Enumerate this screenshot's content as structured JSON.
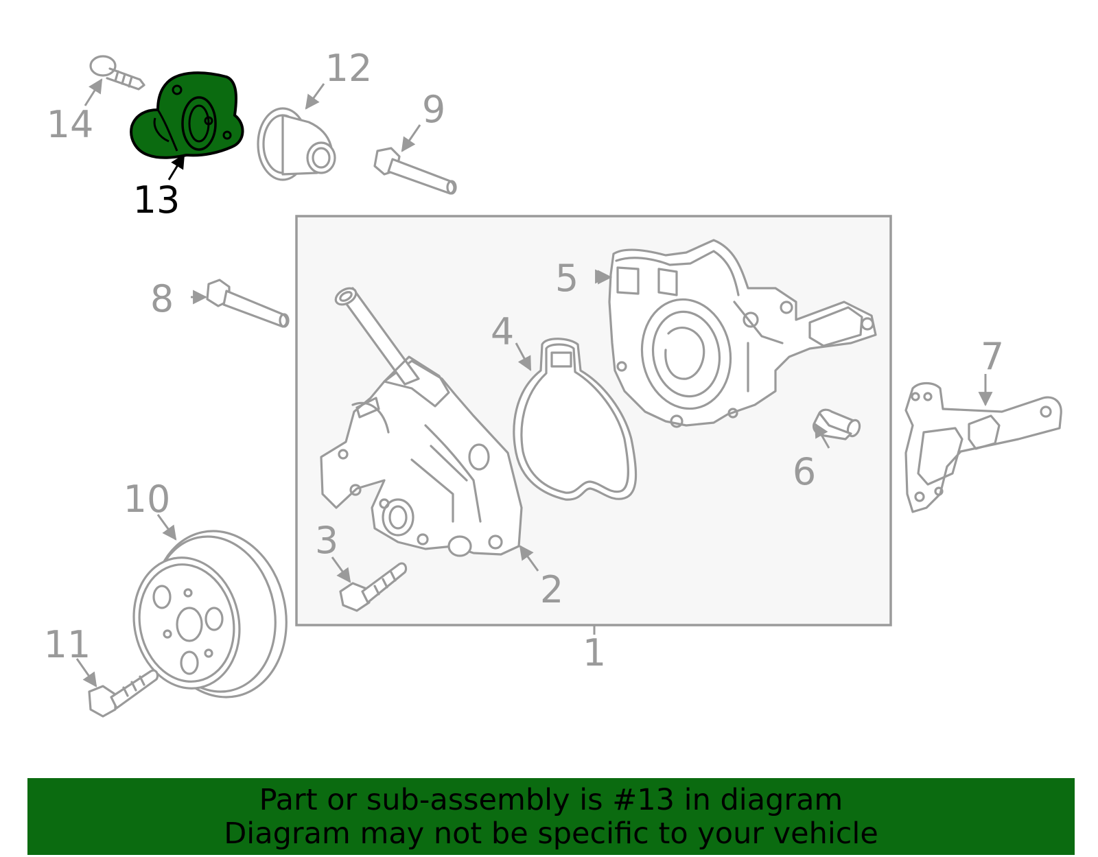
{
  "diagram": {
    "highlighted_part": "13",
    "highlight_color": "#0b6b10",
    "line_color": "#9a9a9a",
    "assembly_box_fill": "#f7f7f7",
    "callouts": {
      "c1": "1",
      "c2": "2",
      "c3": "3",
      "c4": "4",
      "c5": "5",
      "c6": "6",
      "c7": "7",
      "c8": "8",
      "c9": "9",
      "c10": "10",
      "c11": "11",
      "c12": "12",
      "c13": "13",
      "c14": "14"
    }
  },
  "footer": {
    "line1": "Part or sub-assembly is #13 in diagram",
    "line2": "Diagram may not be specific to your vehicle",
    "background": "#0b6b10"
  }
}
